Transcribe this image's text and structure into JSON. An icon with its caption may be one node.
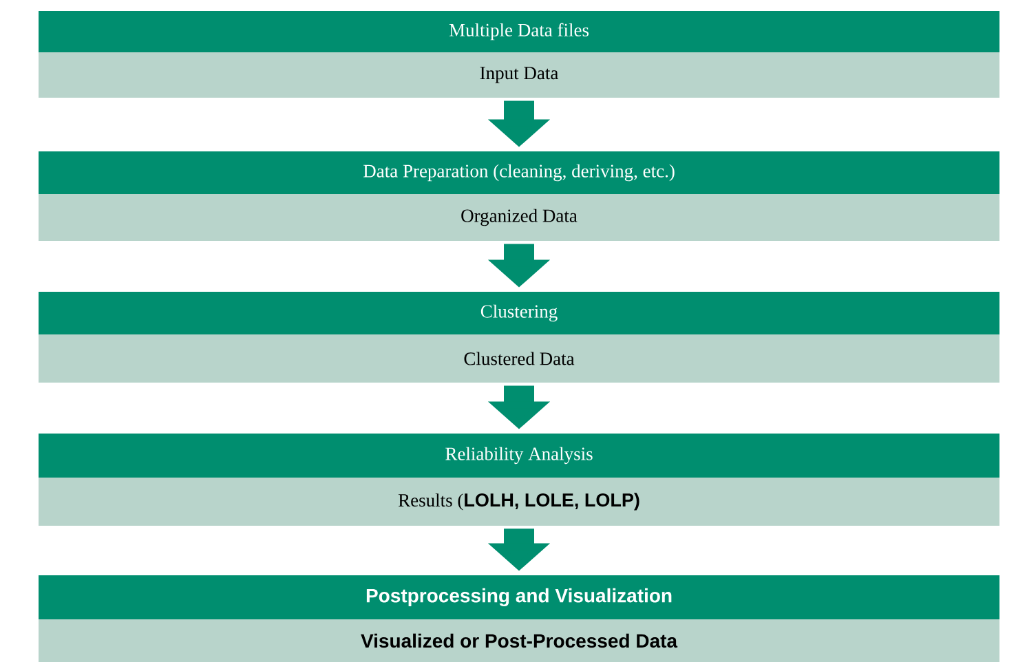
{
  "diagram": {
    "nodes": [
      {
        "text": [
          "Multiple Data files"
        ]
      },
      {
        "text": [
          "Input Data"
        ]
      },
      {
        "text": [
          "Data Preparation (cleaning, deriving, etc.)"
        ]
      },
      {
        "text": [
          "Organized Data"
        ]
      },
      {
        "text": [
          "Clustering"
        ]
      },
      {
        "text": [
          "Clustered Data"
        ]
      },
      {
        "text": [
          "Reliability Analysis"
        ]
      },
      {
        "text": [
          "Results (**LOLH, LOLE, LOLP)**"
        ]
      },
      {
        "text": [
          "Postprocessing and Visualization"
        ]
      },
      {
        "text": [
          "Visualized or Post-Processed Data"
        ]
      }
    ],
    "edges": [
      {
        "from": 1,
        "to": 2,
        "arrow": "to"
      },
      {
        "from": 3,
        "to": 4,
        "arrow": "to"
      },
      {
        "from": 5,
        "to": 6,
        "arrow": "to"
      },
      {
        "from": 7,
        "to": 8,
        "arrow": "to"
      }
    ]
  }
}
